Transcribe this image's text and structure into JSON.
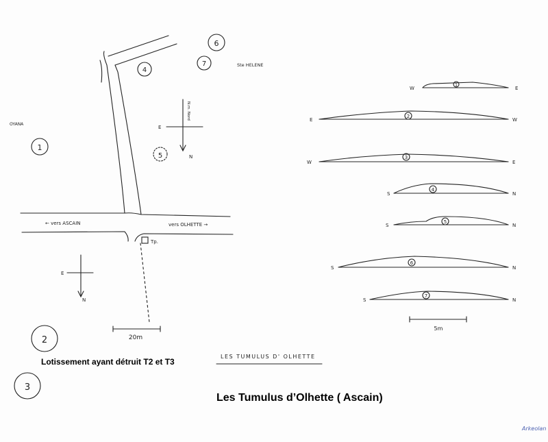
{
  "map": {
    "tumuli": [
      {
        "id": "1",
        "label": "1"
      },
      {
        "id": "2",
        "label": "2"
      },
      {
        "id": "3",
        "label": "3"
      },
      {
        "id": "4",
        "label": "4"
      },
      {
        "id": "5",
        "label": "5"
      },
      {
        "id": "6",
        "label": "6"
      },
      {
        "id": "7",
        "label": "7"
      }
    ],
    "place_oyana": "OYANA",
    "place_helene": "Ste HELENE",
    "road_ascain": "← vers ASCAIN",
    "road_olhette": "vers OLHETTE →",
    "tp_label": "Tp.",
    "compass_upper": {
      "east": "E",
      "north": "N",
      "note": "N.m. Nord"
    },
    "compass_lower": {
      "east": "E",
      "north": "N"
    },
    "scale_label": "20m"
  },
  "profiles": {
    "items": [
      {
        "num": "1",
        "left": "W",
        "right": "E"
      },
      {
        "num": "2",
        "left": "E",
        "right": "W"
      },
      {
        "num": "3",
        "left": "W",
        "right": "E"
      },
      {
        "num": "4",
        "left": "S",
        "right": "N"
      },
      {
        "num": "5",
        "left": "S",
        "right": "N"
      },
      {
        "num": "6",
        "left": "S",
        "right": "N"
      },
      {
        "num": "7",
        "left": "S",
        "right": "N"
      }
    ],
    "scale_label": "5m"
  },
  "handwritten_title": "LES TUMULUS D' OLHETTE",
  "note": "Lotissement ayant détruit T2 et T3",
  "title": "Les Tumulus d’Olhette  ( Ascain)",
  "signature": "Arkeolan",
  "colors": {
    "ink": "#222222",
    "signature": "#4a5fb0"
  }
}
